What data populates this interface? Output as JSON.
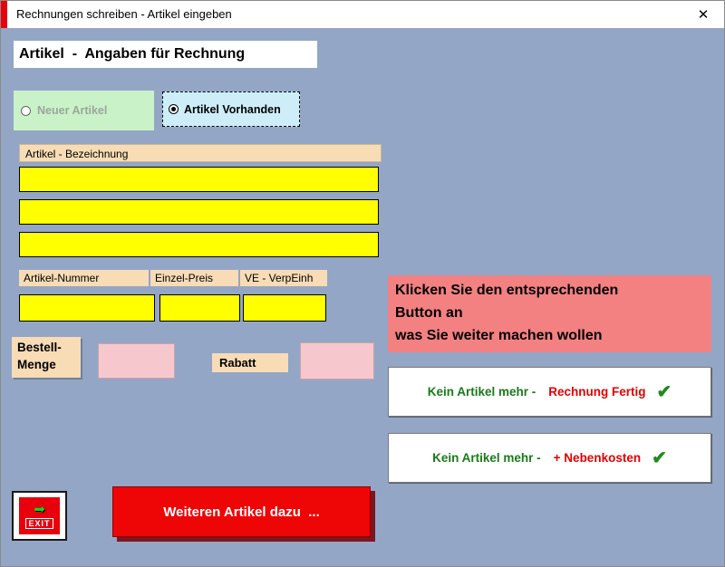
{
  "window": {
    "title": "Rechnungen schreiben - Artikel eingeben",
    "close_glyph": "✕"
  },
  "header": {
    "title": "Artikel  -  Angaben für Rechnung"
  },
  "options": {
    "neuer_artikel": {
      "label": "Neuer Artikel",
      "selected": false
    },
    "artikel_vorhanden": {
      "label": "Artikel Vorhanden",
      "selected": true
    }
  },
  "bezeichnung": {
    "label": "Artikel - Bezeichnung",
    "line1": "",
    "line2": "",
    "line3": ""
  },
  "fields": {
    "artikel_nummer": {
      "label": "Artikel-Nummer",
      "value": ""
    },
    "einzel_preis": {
      "label": "Einzel-Preis",
      "value": ""
    },
    "verpackungseinheit": {
      "label": "VE - VerpEinh",
      "value": ""
    },
    "bestell_menge": {
      "label_line1": "Bestell-",
      "label_line2": "Menge",
      "value": ""
    },
    "rabatt": {
      "label": "Rabatt",
      "value": ""
    }
  },
  "info_box": {
    "line1": "Klicken Sie den entsprechenden",
    "line2": "Button an",
    "line3": "was Sie weiter machen wollen"
  },
  "action_buttons": {
    "rechnung_fertig": {
      "part_green": "Kein Artikel mehr  -",
      "part_red": "Rechnung Fertig",
      "check": "✔"
    },
    "nebenkosten": {
      "part_green": "Kein Artikel mehr -",
      "part_red": "+ Nebenkosten",
      "check": "✔"
    }
  },
  "exit_button": {
    "label": "EXIT",
    "arrow": "➡"
  },
  "weiter_button": {
    "label": "Weiteren Artikel dazu  ..."
  },
  "colors": {
    "background": "#94a6c6",
    "titlebar_stripe": "#e8000d",
    "field_yellow": "#ffff00",
    "label_tan": "#f7dcb6",
    "option_green": "#c9f2c8",
    "option_cyan": "#cdeef9",
    "pink_field": "#f6c8cd",
    "info_red": "#f38182",
    "button_red": "#ee0505",
    "text_green": "#1a7a1a",
    "text_red": "#e00000"
  }
}
